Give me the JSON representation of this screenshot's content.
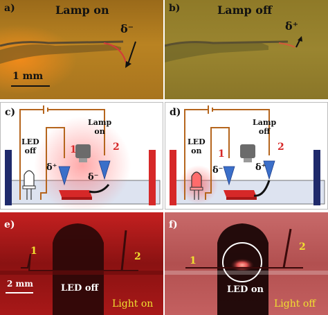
{
  "panels": {
    "a": {
      "letter": "a)",
      "title": "Lamp on",
      "charge": "δ⁻",
      "scale_bar": "1 mm"
    },
    "b": {
      "letter": "b)",
      "title": "Lamp off",
      "charge": "δ⁺"
    },
    "c": {
      "letter": "c)",
      "led_label": "LED\noff",
      "lamp_label": "Lamp\non",
      "electrode_1": "1",
      "electrode_2": "2",
      "charge_left": "δ⁺",
      "charge_right": "δ⁻"
    },
    "d": {
      "letter": "d)",
      "led_label": "LED\non",
      "lamp_label": "Lamp\noff",
      "electrode_1": "1",
      "electrode_2": "2",
      "charge_left": "δ⁻",
      "charge_right": "δ⁺"
    },
    "e": {
      "letter": "e)",
      "label_1": "1",
      "label_2": "2",
      "scale_bar": "2 mm",
      "led_status": "LED off",
      "light_status": "Light on"
    },
    "f": {
      "letter": "f)",
      "label_1": "1",
      "label_2": "2",
      "led_status": "LED on",
      "light_status": "Light off"
    }
  },
  "colors": {
    "photo_top": "#b07a1e",
    "photo_bottom_e": "#8a1010",
    "photo_bottom_f": "#c46060",
    "electrode_blue": "#3b6fc9",
    "dark_blue": "#1f2a6b",
    "red": "#d62828",
    "wire": "#b5651d",
    "label_yellow": "#f0e030"
  }
}
